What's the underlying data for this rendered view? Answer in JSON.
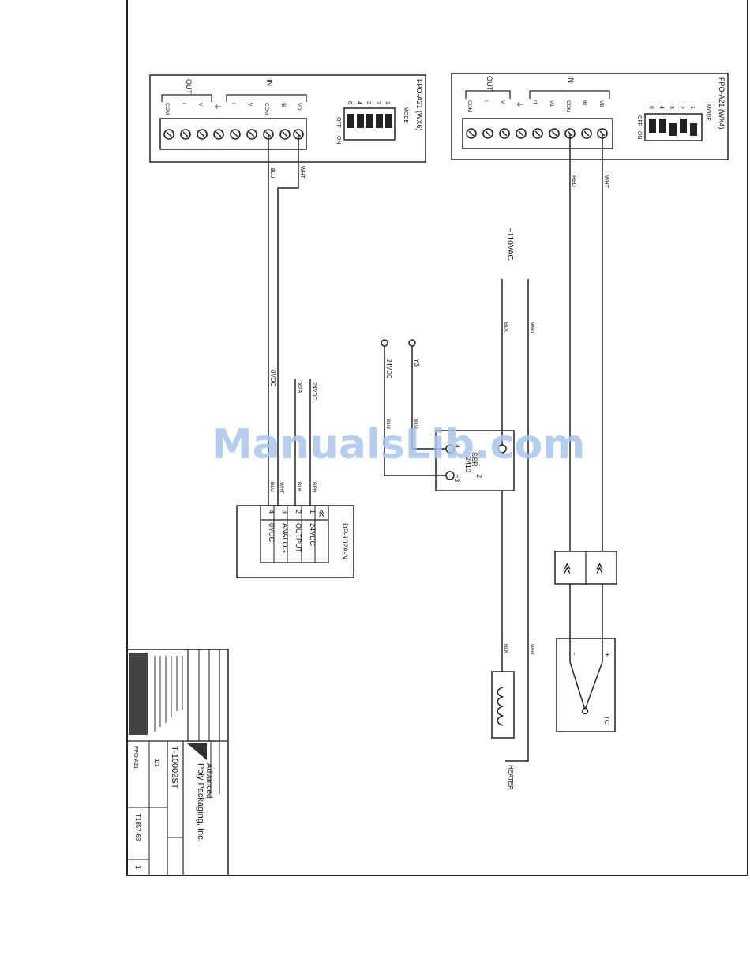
{
  "controller_a": {
    "title": "FPO-A21 (WX6)",
    "out_label": "OUT",
    "in_label": "IN",
    "out_terms": [
      "COM",
      "I",
      "V"
    ],
    "in_terms": [
      "I",
      "VI",
      "COM",
      "IB",
      "VO"
    ],
    "dip_numbers": [
      "6",
      "4",
      "3",
      "2",
      "1"
    ],
    "mode_label": "MODE",
    "off_label": "OFF",
    "on_label": "ON"
  },
  "controller_b": {
    "title": "FPO-A21 (WX4)",
    "out_label": "OUT",
    "in_label": "IN",
    "out_terms": [
      "COM",
      "I",
      "V"
    ],
    "in_terms": [
      "I1",
      "V1",
      "COM",
      "IB",
      "VB"
    ],
    "dip_numbers": [
      "6",
      "4",
      "3",
      "2",
      "1"
    ],
    "mode_label": "MODE",
    "off_label": "OFF",
    "on_label": "ON"
  },
  "wires": {
    "a_blu": "BLU",
    "a_wht": "WHT",
    "b_red": "RED",
    "b_wht": "WHT",
    "sensor_0vdc": "0VDC",
    "sensor_x2b": "X2B",
    "sensor_24vdc": "24VDC",
    "lead_blu": "BLU",
    "lead_blk": "BLK",
    "lead_wht": "WHT",
    "lead_brn": "BRN",
    "ssr_blu": "BLU",
    "ssr_y3": "Y3",
    "ssr_24vdc": "24VDC",
    "ssr_blu_top": "BLU",
    "line_blk": "BLK",
    "line_wht": "WHT",
    "heater_blk": "BLK",
    "heater_wht": "WHT"
  },
  "power": {
    "label": "~110VAC"
  },
  "sensor": {
    "title": "DP-102A-N",
    "pins": [
      {
        "num": "1",
        "name": "24VDC"
      },
      {
        "num": "2",
        "name": "OUTPUT"
      },
      {
        "num": "3",
        "name": "ANALOG"
      },
      {
        "num": "4",
        "name": "0VDC"
      }
    ]
  },
  "ssr": {
    "name": "SSR",
    "model": "2410",
    "term_plus3": "+3",
    "term_4": "4",
    "term_2": "2"
  },
  "heater": {
    "label": "HEATER"
  },
  "thermocouple": {
    "label": "TC",
    "plus": "+",
    "minus": "-"
  },
  "title_block": {
    "company_line1": "Advanced",
    "company_line2": "Poly Packaging, Inc.",
    "drawing_number": "T-10002ST",
    "scale": "1:1",
    "part": "FPO-A21",
    "sheet": "T1857-63",
    "page": "1"
  },
  "watermark": "ManualsLib.com"
}
